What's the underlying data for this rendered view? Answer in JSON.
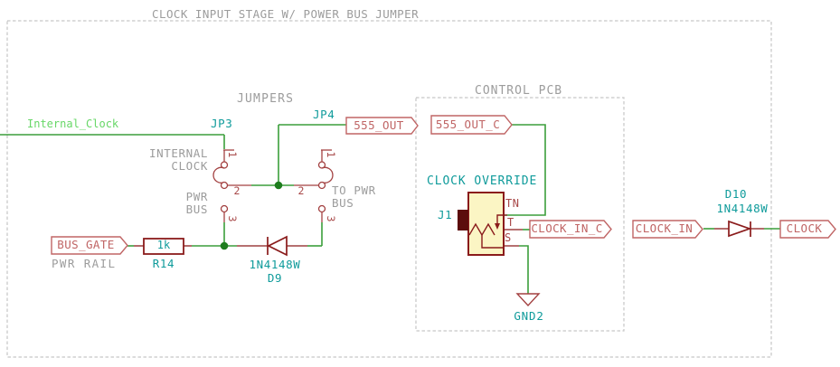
{
  "colors": {
    "wire_green": "#3b9e3b",
    "junction_green": "#1e7d1e",
    "net_label_green": "#67d767",
    "symbol_maroon": "#8a1b1b",
    "thin_symbol_red": "#a34141",
    "hier_label_red": "#c06565",
    "pin_text_red": "#a84848",
    "component_teal": "#0f9b9b",
    "annotation_gray": "#9c9c9c",
    "dashed_border_gray": "#c6c6c6",
    "j1_fill_yellow": "#fbf5c4",
    "j1_block_maroon": "#5c0d0d"
  },
  "sheet": {
    "outer_title": "CLOCK INPUT STAGE W/ POWER BUS JUMPER",
    "jumpers_section": "JUMPERS",
    "control_pcb_section": "CONTROL PCB"
  },
  "net_labels": {
    "internal_clock": "Internal_Clock"
  },
  "hier_labels": {
    "bus_gate": "BUS_GATE",
    "out_555": "555_OUT",
    "out_555_c": "555_OUT_C",
    "clock_in_c": "CLOCK_IN_C",
    "clock_in": "CLOCK_IN",
    "clock": "CLOCK"
  },
  "annotations": {
    "internal_clock_l1": "INTERNAL",
    "internal_clock_l2": "CLOCK",
    "pwr_bus_l1": "PWR",
    "pwr_bus_l2": "BUS",
    "to_pwr_bus_l1": "TO PWR",
    "to_pwr_bus_l2": "BUS",
    "pwr_rail": "PWR RAIL"
  },
  "components": {
    "jp3": {
      "ref": "JP3",
      "pin1": "1",
      "pin2": "2",
      "pin3": "3"
    },
    "jp4": {
      "ref": "JP4",
      "pin1": "1",
      "pin2": "2",
      "pin3": "3"
    },
    "r14": {
      "ref": "R14",
      "value": "1k"
    },
    "d9": {
      "ref": "D9",
      "value": "1N4148W"
    },
    "d10": {
      "ref": "D10",
      "value": "1N4148W"
    },
    "j1": {
      "ref": "J1",
      "label": "CLOCK OVERRIDE",
      "pin_tn": "TN",
      "pin_t": "T",
      "pin_s": "S"
    },
    "gnd2": {
      "ref": "GND2"
    }
  }
}
